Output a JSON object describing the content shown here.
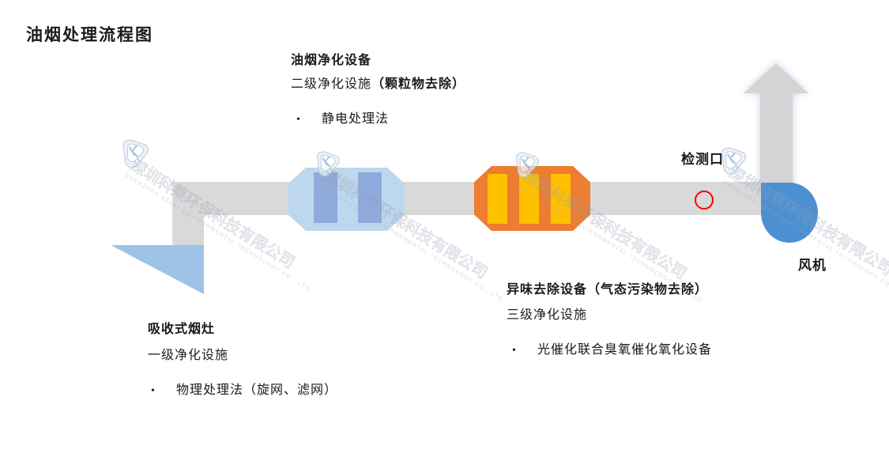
{
  "title": "油烟处理流程图",
  "bullet_char": "•",
  "stages": {
    "hood": {
      "heading": "吸收式烟灶",
      "subheading": "一级净化设施",
      "bullet": "物理处理法（旋网、滤网）"
    },
    "purifier": {
      "heading": "油烟净化设备",
      "subheading_normal": "二级净化设施",
      "subheading_bold": "（颗粒物去除）",
      "bullet": "静电处理法"
    },
    "odor": {
      "heading": "异味去除设备（气态污染物去除）",
      "subheading": "三级净化设施",
      "bullet": "光催化联合臭氧催化氧化设备"
    },
    "detection": {
      "label": "检测口"
    },
    "fan": {
      "label": "风机"
    }
  },
  "watermark": {
    "cn": "深圳科莱环保科技有限公司",
    "en": "SHENZHEN KELAI ENVIRONMENTAL TECHNOLOGY CO., LTD."
  },
  "colors": {
    "pipe": "#D9D9D9",
    "arrow": "#D4D4D4",
    "hood_triangle": "#9DC3E6",
    "purifier_body": "#BDD7EE",
    "purifier_cell": "#8FAADC",
    "odor_body": "#ED7D31",
    "odor_cell": "#FFC000",
    "fan": "#4D90D2",
    "detection_ring": "#FF0000"
  }
}
